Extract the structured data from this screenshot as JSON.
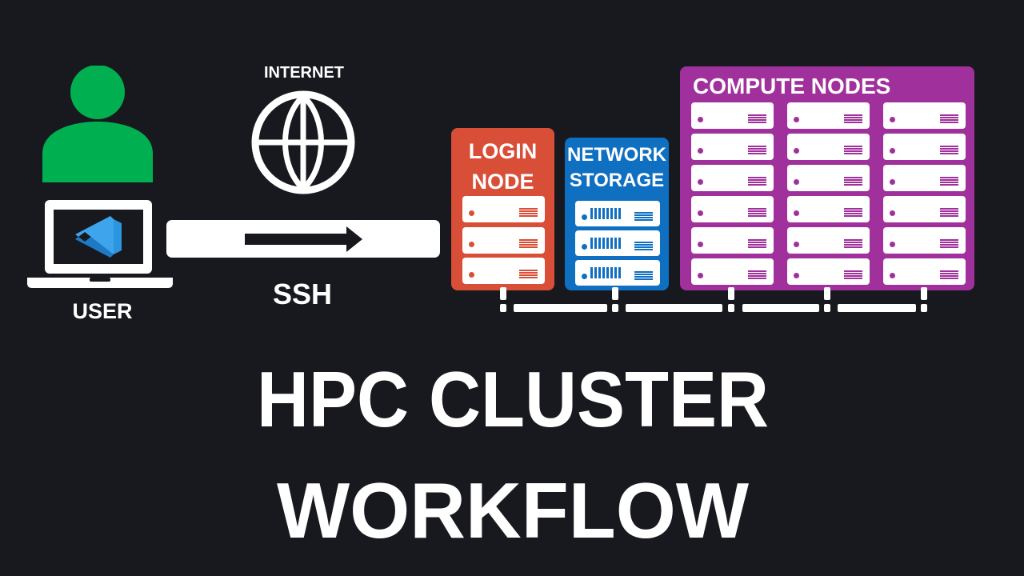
{
  "title": {
    "line1": "HPC CLUSTER",
    "line2": "WORKFLOW"
  },
  "user": {
    "label": "USER",
    "icon": "person-icon",
    "device_icon": "laptop-icon",
    "app_icon": "vscode-icon",
    "person_color": "#00b050",
    "vscode_color": "#2b95e0"
  },
  "internet": {
    "label": "INTERNET",
    "icon": "globe-icon"
  },
  "connection": {
    "label": "SSH",
    "arrow": "arrow-right-icon"
  },
  "nodes": {
    "login": {
      "title_line1": "LOGIN",
      "title_line2": "NODE",
      "color": "#d94e37",
      "servers": 3
    },
    "storage": {
      "title_line1": "NETWORK",
      "title_line2": "STORAGE",
      "color": "#0f6fc1",
      "servers": 3
    },
    "compute": {
      "title": "COMPUTE NODES",
      "color": "#a0309b",
      "columns": 3,
      "rows": 6
    }
  },
  "colors": {
    "background": "#18191e",
    "foreground": "#ffffff"
  }
}
